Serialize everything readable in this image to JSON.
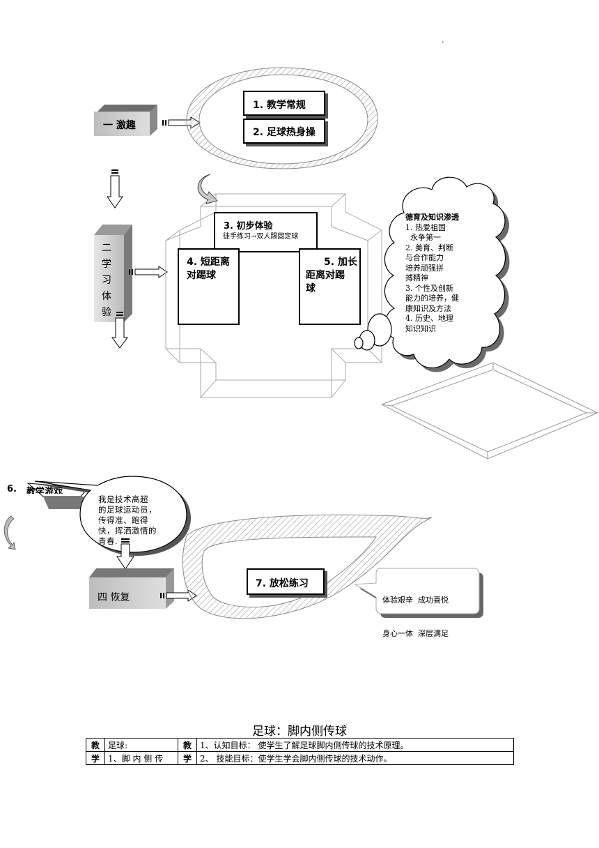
{
  "corner_mark": "·",
  "stage1": {
    "label": "一  激趣",
    "item1": "1. 教学常规",
    "item2": "2. 足球热身操"
  },
  "stage2": {
    "label_chars": [
      "二",
      "学",
      "习",
      "体",
      "验"
    ],
    "item3_title": "3. 初步体验",
    "item3_sub": "徒手练习→双人踢固定球",
    "item4": [
      "4. 短距离",
      "对踢球"
    ],
    "item5": [
      "5. 加长",
      "距离对踢",
      "球"
    ]
  },
  "moral_cloud": {
    "title": "德育及知识渗透",
    "lines": [
      "1. 热爱祖国",
      "  永争第一",
      "2. 美育、判断",
      "与合作能力",
      "培养顽强拼",
      "搏精神",
      "3. 个性及创新",
      "能力的培养，健",
      "康知识及方法",
      "4. 历史、地理",
      "知识知识"
    ]
  },
  "stage3": {
    "label_prefix": "6.",
    "label": "教学游戏",
    "bubble_lines": [
      "我是技术高超",
      "的足球运动员，",
      "传得准、跑得",
      "快，挥洒激情的",
      "青春."
    ]
  },
  "stage4": {
    "label": "四  恢复",
    "item7": "7. 放松练习",
    "feedback_lines": [
      "体验艰辛  成功喜悦",
      "身心一体  深层满足"
    ]
  },
  "lesson": {
    "title": "足球：脚内侧传球",
    "table": {
      "row1": [
        "教",
        "足球:",
        "教",
        "1、认知目标：  使学生了解足球脚内侧传球的技术原理。"
      ],
      "row2": [
        "学",
        "1、脚 内 侧 传",
        "学",
        "2、  技能目标：使学生学会脚内侧传球的技术动作。"
      ]
    }
  },
  "colors": {
    "shade": "#c8c8c8",
    "dark": "#555555",
    "hatch": "#999999"
  }
}
